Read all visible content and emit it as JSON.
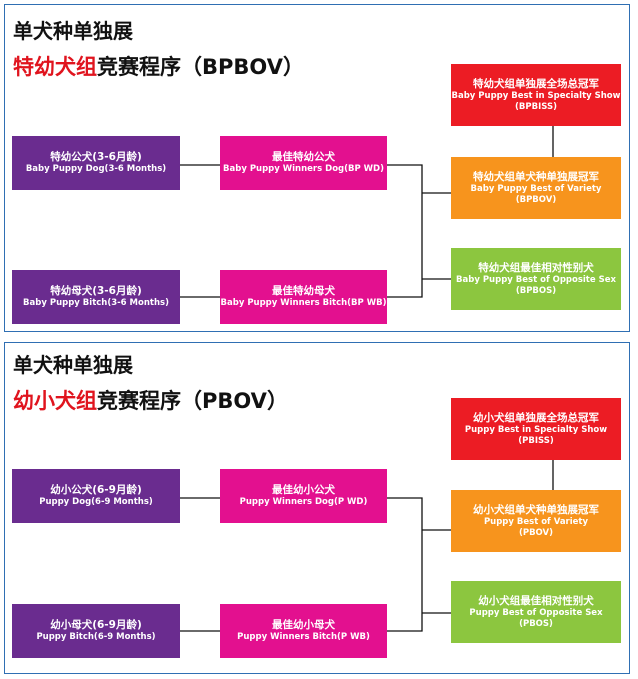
{
  "sections": [
    {
      "line1": "单犬种单独展",
      "group": "特幼犬组",
      "rest": "竞赛程序（BPBOV）",
      "dog_entry": {
        "cn": "特幼公犬(3-6月龄)",
        "en": "Baby Puppy Dog(3-6 Months)"
      },
      "bitch_entry": {
        "cn": "特幼母犬(3-6月龄)",
        "en": "Baby Puppy Bitch(3-6 Months)"
      },
      "winners_dog": {
        "cn": "最佳特幼公犬",
        "en": "Baby Puppy Winners Dog(BP WD)"
      },
      "winners_bitch": {
        "cn": "最佳特幼母犬",
        "en": "Baby Puppy Winners Bitch(BP WB)"
      },
      "best_show": {
        "cn": "特幼犬组单独展全场总冠军",
        "en": "Baby Puppy Best in Specialty Show",
        "code": "(BPBISS)"
      },
      "best_variety": {
        "cn": "特幼犬组单犬种单独展冠军",
        "en": "Baby Puppy Best of Variety",
        "code": "(BPBOV)"
      },
      "best_opposite": {
        "cn": "特幼犬组最佳相对性别犬",
        "en": "Baby Puppy Best of Opposite Sex",
        "code": "(BPBOS)"
      }
    },
    {
      "line1": "单犬种单独展",
      "group": "幼小犬组",
      "rest": "竞赛程序（PBOV）",
      "dog_entry": {
        "cn": "幼小公犬(6-9月龄)",
        "en": "Puppy Dog(6-9 Months)"
      },
      "bitch_entry": {
        "cn": "幼小母犬(6-9月龄)",
        "en": "Puppy Bitch(6-9 Months)"
      },
      "winners_dog": {
        "cn": "最佳幼小公犬",
        "en": "Puppy Winners Dog(P WD)"
      },
      "winners_bitch": {
        "cn": "最佳幼小母犬",
        "en": "Puppy Winners Bitch(P WB)"
      },
      "best_show": {
        "cn": "幼小犬组单独展全场总冠军",
        "en": "Puppy Best in Specialty Show",
        "code": "(PBISS)"
      },
      "best_variety": {
        "cn": "幼小犬组单犬种单独展冠军",
        "en": "Puppy Best of Variety",
        "code": "(PBOV)"
      },
      "best_opposite": {
        "cn": "幼小犬组最佳相对性别犬",
        "en": "Puppy Best of Opposite Sex",
        "code": "(PBOS)"
      }
    }
  ],
  "colors": {
    "entry": "#6a2c8f",
    "winners": "#e3108f",
    "best_show": "#ec1c24",
    "best_variety": "#f7941d",
    "best_opposite": "#8cc63f",
    "border": "#2f6fb3",
    "group_title": "#e0141e"
  }
}
